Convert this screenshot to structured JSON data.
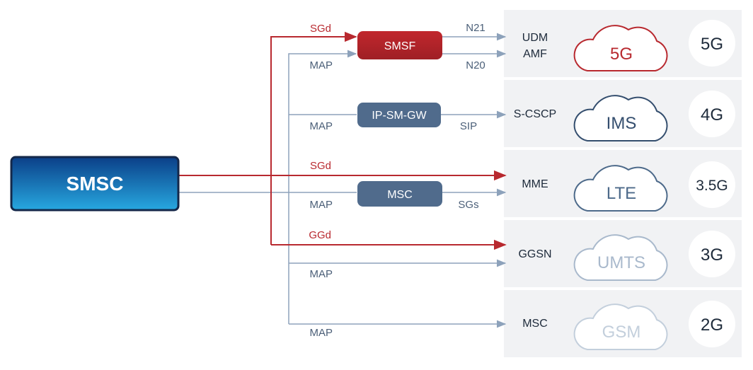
{
  "source": {
    "label": "SMSC"
  },
  "nodes": {
    "smsf": "SMSF",
    "ipsmgw": "IP-SM-GW",
    "msc": "MSC"
  },
  "links": {
    "sgd_top": "SGd",
    "map_1": "MAP",
    "n21": "N21",
    "n20": "N20",
    "map_2": "MAP",
    "sip": "SIP",
    "sgd_mid": "SGd",
    "map_3": "MAP",
    "sgs": "SGs",
    "ggd": "GGd",
    "map_4": "MAP",
    "map_5": "MAP"
  },
  "targets": {
    "udm": "UDM",
    "amf": "AMF",
    "scscp": "S-CSCP",
    "mme": "MME",
    "ggsn": "GGSN",
    "msc2": "MSC"
  },
  "networks": [
    {
      "cloud": "5G",
      "generation": "5G",
      "color": "#b8292f"
    },
    {
      "cloud": "IMS",
      "generation": "4G",
      "color": "#344e6e"
    },
    {
      "cloud": "LTE",
      "generation": "3.5G",
      "color": "#4d6a8a"
    },
    {
      "cloud": "UMTS",
      "generation": "3G",
      "color": "#a9b9cc"
    },
    {
      "cloud": "GSM",
      "generation": "2G",
      "color": "#c3cfdc"
    }
  ],
  "colors": {
    "red": "#b8292f",
    "blue_line": "#8da2bb",
    "node_fill": "#506b8c",
    "smsc_top": "#0b3f88",
    "smsc_bottom": "#25a6df",
    "band_bg": "#f1f2f4",
    "text_dark": "#1d2a3a",
    "text_blue": "#4b5f78"
  }
}
